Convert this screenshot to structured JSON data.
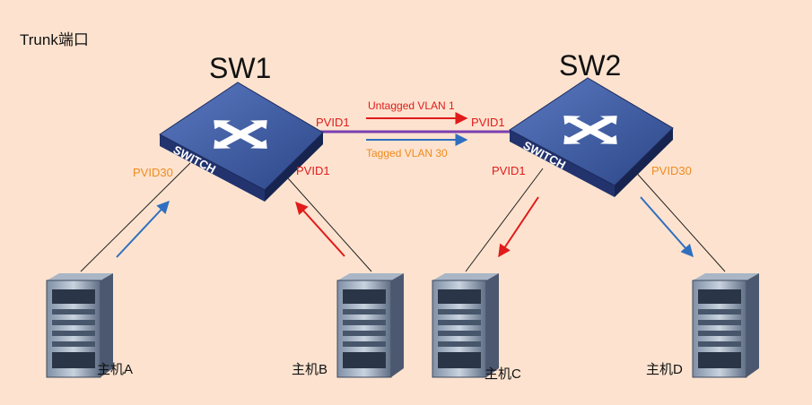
{
  "title": "Trunk端口",
  "switches": [
    {
      "name": "SW1"
    },
    {
      "name": "SW2"
    }
  ],
  "switch_face_text": "SWITCH",
  "link_labels": {
    "untagged": "Untagged VLAN 1",
    "tagged": "Tagged VLAN 30"
  },
  "pvids": {
    "sw1_trunk": "PVID1",
    "sw2_trunk": "PVID1",
    "sw1_port_a": "PVID30",
    "sw1_port_b": "PVID1",
    "sw2_port_c": "PVID1",
    "sw2_port_d": "PVID30"
  },
  "hosts": [
    {
      "name": "主机A"
    },
    {
      "name": "主机B"
    },
    {
      "name": "主机C"
    },
    {
      "name": "主机D"
    }
  ],
  "colors": {
    "background": "#fde3cf",
    "vlan1": "#e11b1b",
    "vlan30": "#2f6fbf",
    "vlan30_label": "#f08a1e",
    "trunk_link": "#7a3fb0",
    "switch_top": "#3c59a0",
    "switch_side": "#1f2f66"
  }
}
